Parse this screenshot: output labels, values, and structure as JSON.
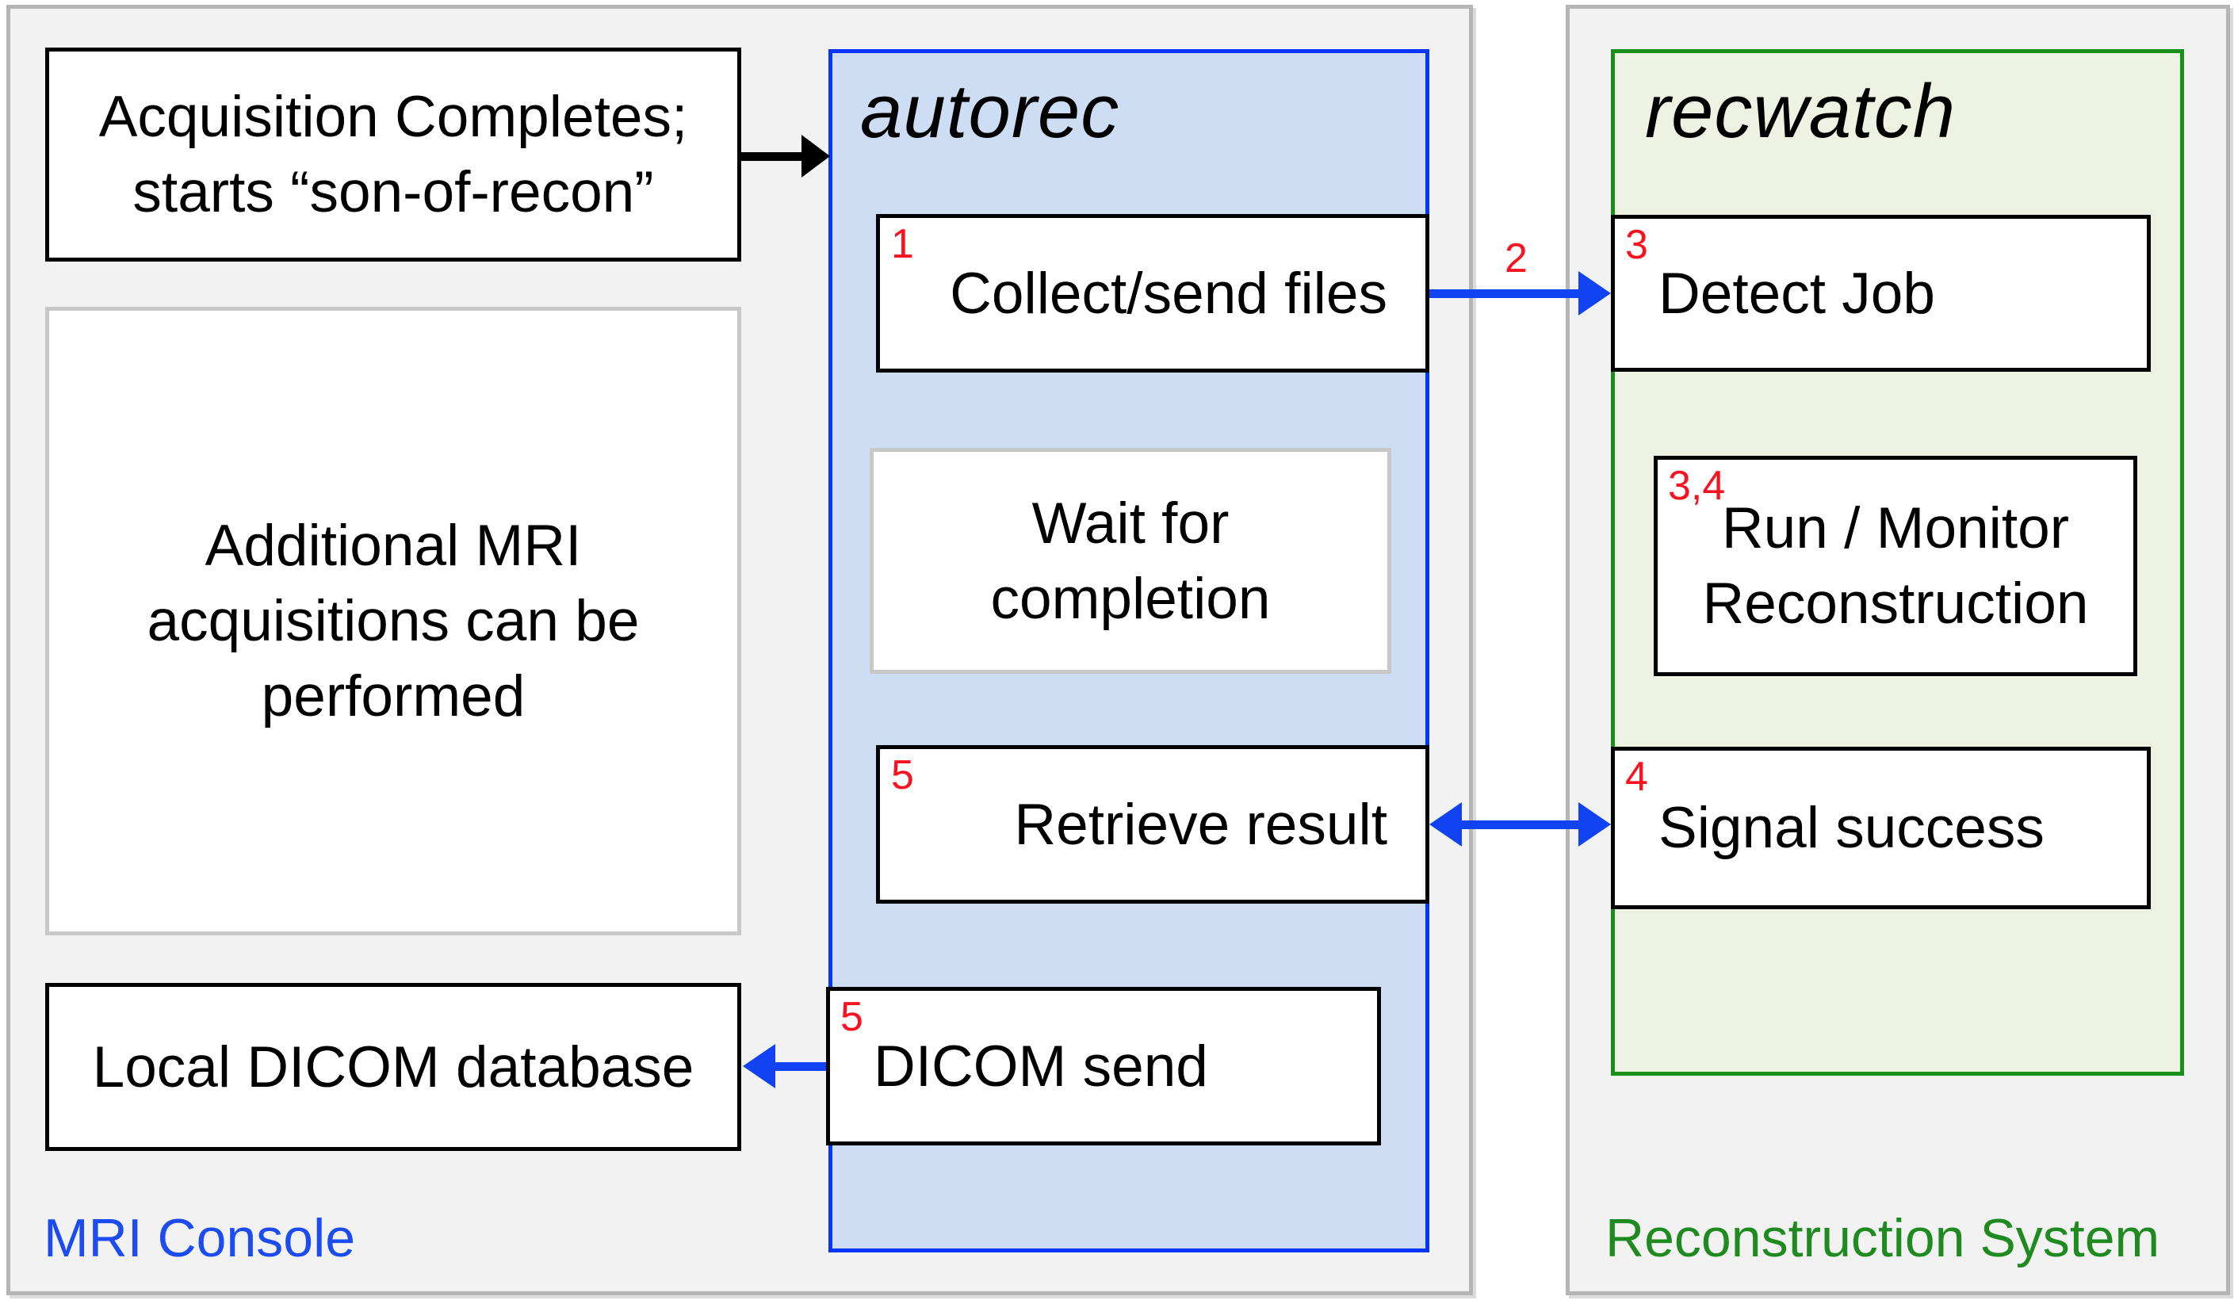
{
  "mri_console": {
    "label": "MRI Console",
    "acquisition_box": {
      "line1": "Acquisition Completes;",
      "line2": "starts “son-of-recon”"
    },
    "additional_box": {
      "line1": "Additional MRI",
      "line2": "acquisitions can be",
      "line3": "performed"
    },
    "local_db_box": {
      "label": "Local DICOM database"
    },
    "autorec": {
      "title": "autorec",
      "collect_box": {
        "step": "1",
        "label": "Collect/send files"
      },
      "wait_box": {
        "line1": "Wait for",
        "line2": "completion"
      },
      "retrieve_box": {
        "step": "5",
        "label": "Retrieve result"
      },
      "dicom_send_box": {
        "step": "5",
        "label": "DICOM send"
      }
    }
  },
  "reconstruction_system": {
    "label": "Reconstruction System",
    "recwatch": {
      "title": "recwatch",
      "detect_box": {
        "step": "3",
        "label": "Detect Job"
      },
      "run_box": {
        "step": "3,4",
        "line1": "Run / Monitor",
        "line2": "Reconstruction"
      },
      "signal_box": {
        "step": "4",
        "label": "Signal success"
      }
    }
  },
  "arrows": {
    "collect_to_detect_label": "2"
  },
  "colors": {
    "blue_border": "#0535fb",
    "blue_fill": "#cddef4",
    "green_border": "#189018",
    "green_fill": "#eef2e3",
    "red_step": "#fb1220",
    "panel_border": "#b5b5b5",
    "panel_fill": "#f2f2f2",
    "blue_label": "#1c4cf0",
    "green_label": "#1f8a1f",
    "arrow_blue": "#1243f2",
    "arrow_black": "#000000"
  }
}
